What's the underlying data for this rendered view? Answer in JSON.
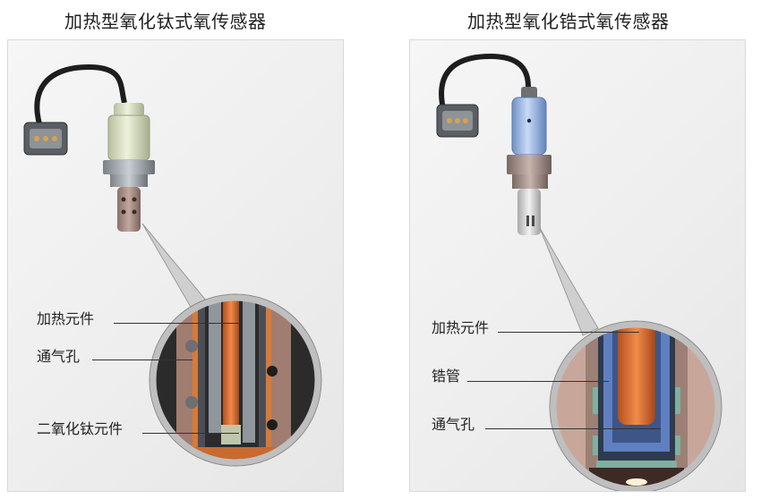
{
  "left": {
    "title": "加热型氧化钛式氧传感器",
    "callouts": [
      "加热元件",
      "通气孔",
      "二氧化钛元件"
    ]
  },
  "right": {
    "title": "加热型氧化锆式氧传感器",
    "callouts": [
      "加热元件",
      "锆管",
      "通气孔"
    ]
  },
  "colors": {
    "heater": "#d8682e",
    "zirconia_blue": "#5f7fc0",
    "sensor_body_left": "#d6dcc0",
    "sensor_body_right": "#8fb0e0",
    "housing": "#a58a80"
  }
}
